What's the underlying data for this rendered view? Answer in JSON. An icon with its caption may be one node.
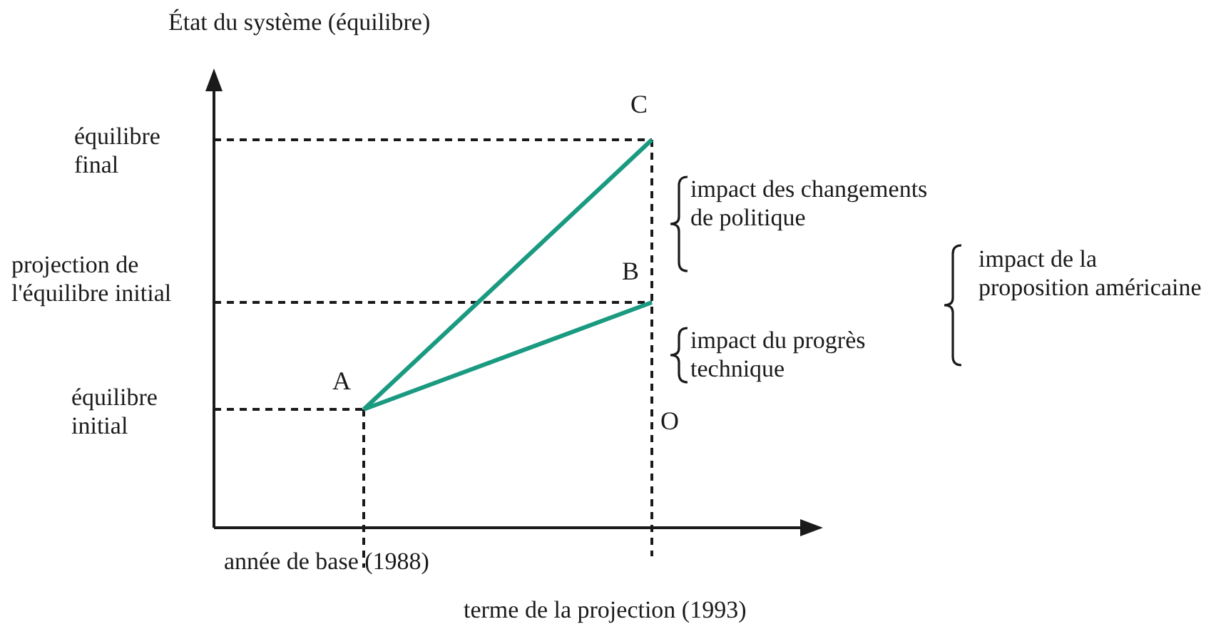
{
  "diagram": {
    "title": "État du système (équilibre)",
    "nodes": [
      {
        "text": [
          "C"
        ]
      },
      {
        "text": [
          "B"
        ]
      },
      {
        "text": [
          "A"
        ]
      },
      {
        "text": [
          "O"
        ]
      }
    ],
    "edges": [
      {
        "from": 2,
        "to": 0,
        "arrow": "none"
      },
      {
        "from": 2,
        "to": 1,
        "arrow": "none"
      }
    ],
    "labels": [
      "équilibre final",
      "projection de l'équilibre initial",
      "équilibre initial",
      "impact des changements de politique",
      "impact du progrès technique",
      "impact de la proposition américaine",
      "année de base (1988)",
      "terme de la projection (1993)"
    ]
  }
}
